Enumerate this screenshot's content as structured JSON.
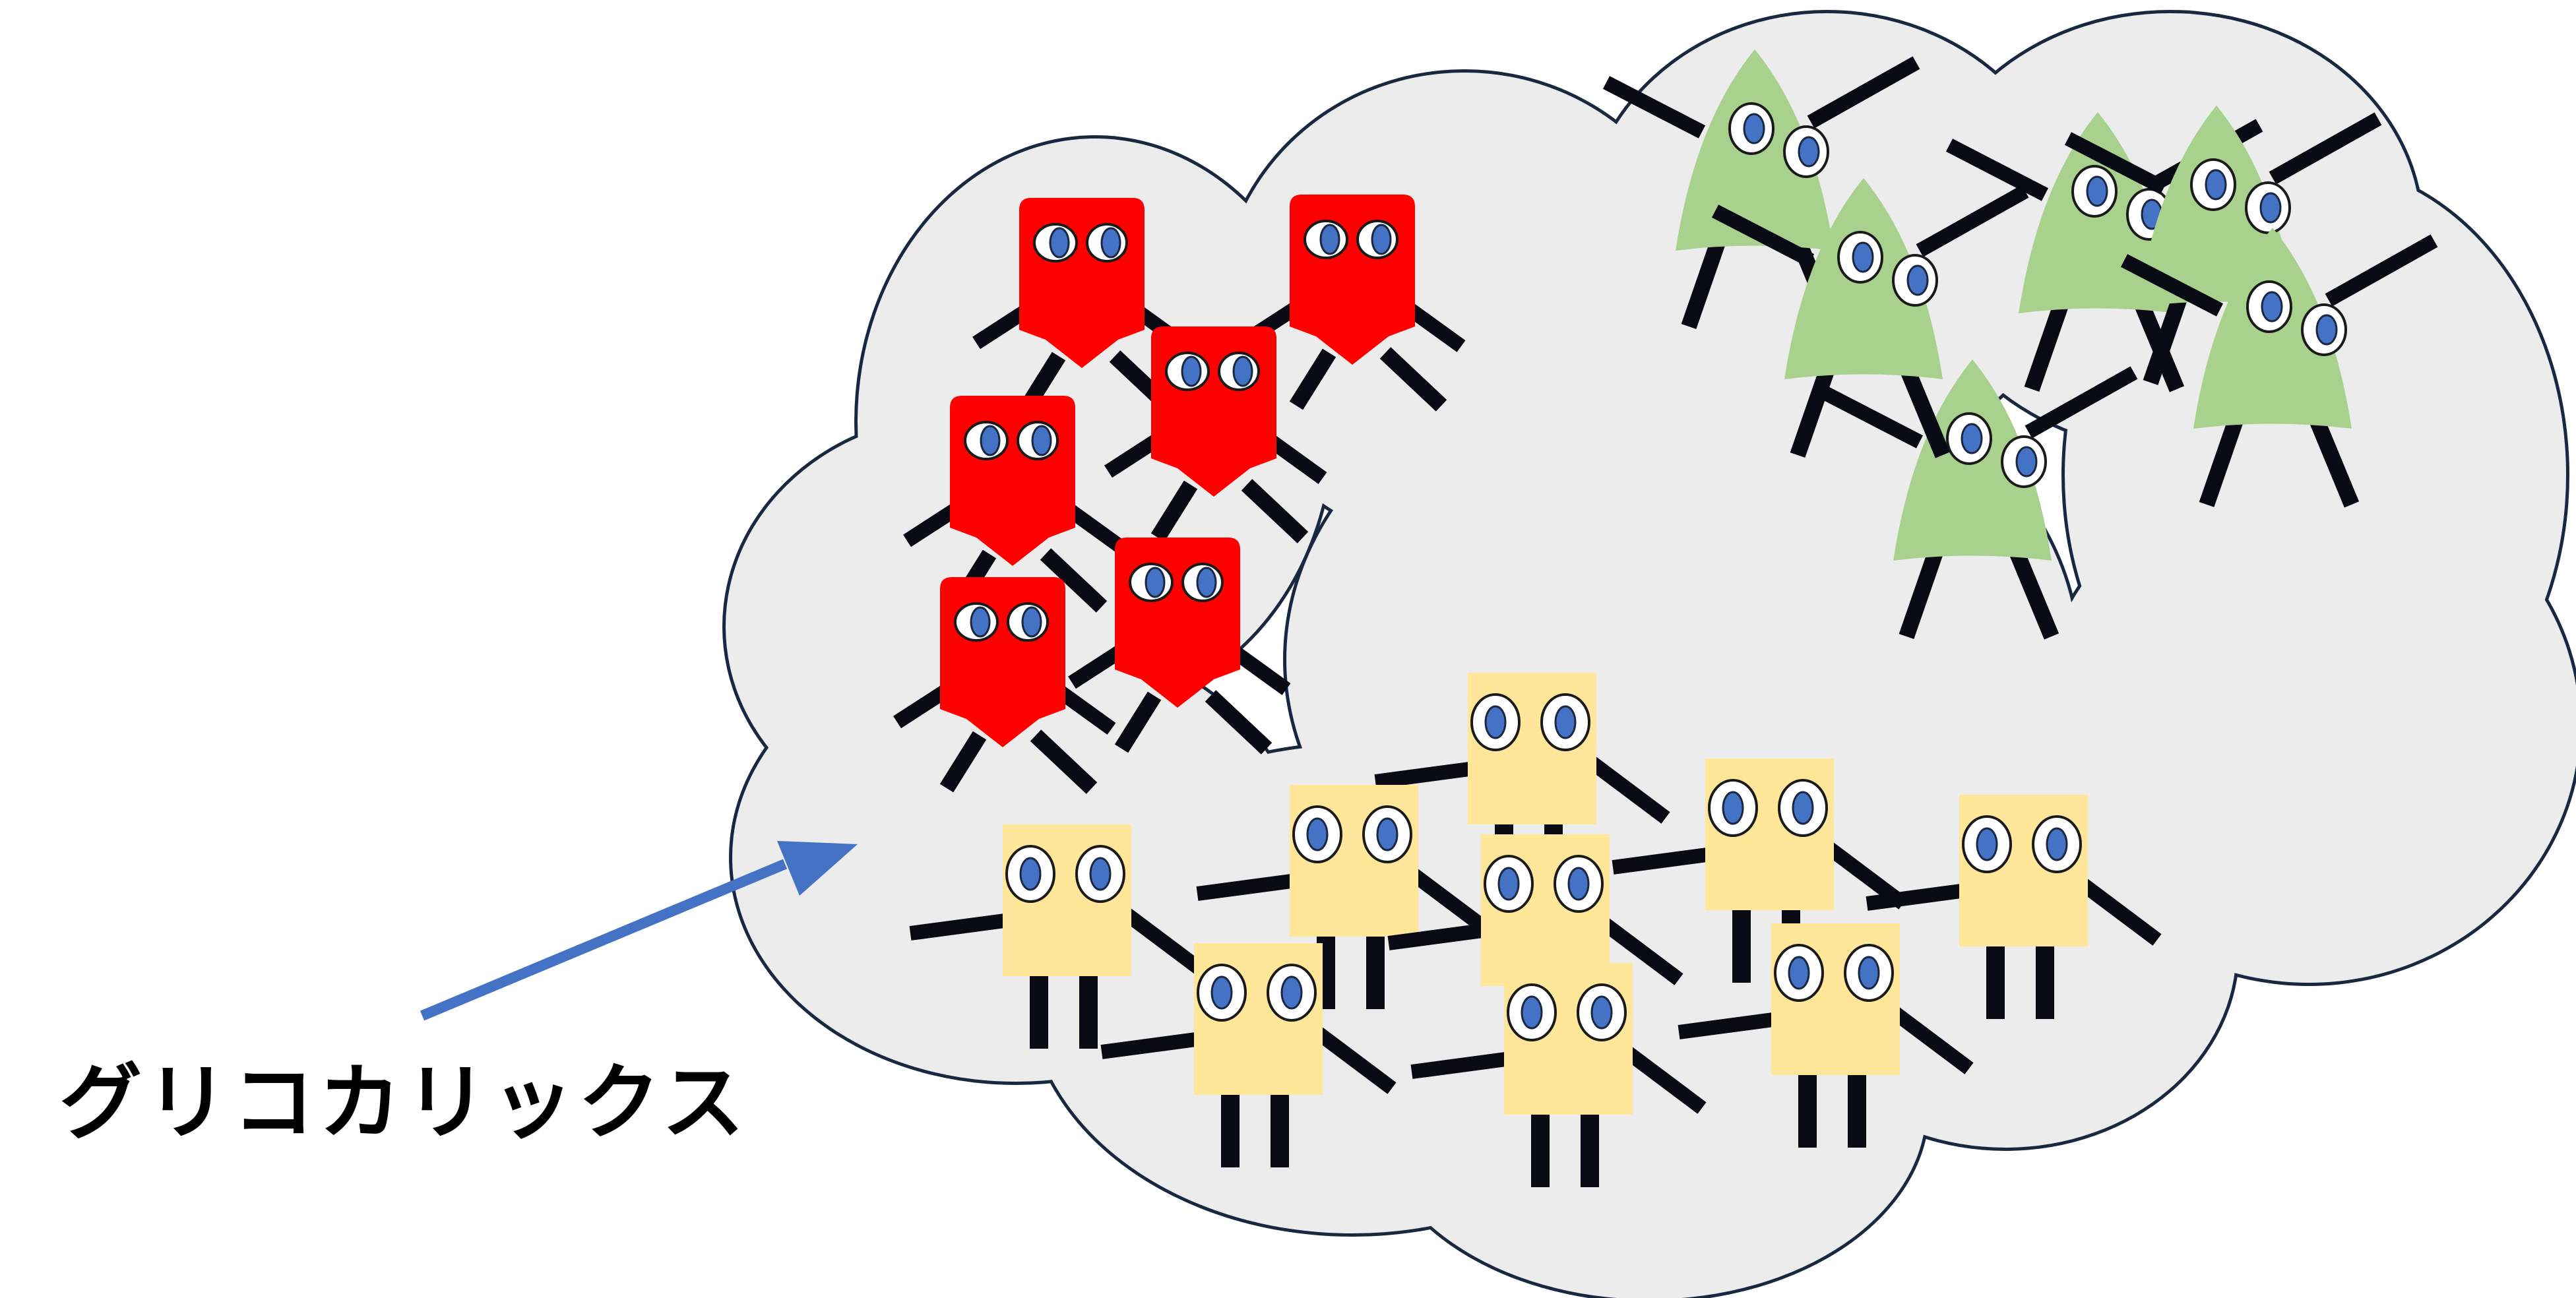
{
  "caption": "グリコカリックス",
  "colors": {
    "cloud_fill": "#ececec",
    "cloud_stroke": "#1a2740",
    "arrow": "#4472c4",
    "red_character": "#ff0000",
    "green_character": "#a9d18e",
    "yellow_character": "#ffe699",
    "limb": "#0a0a14",
    "eye_white": "#ffffff",
    "pupil": "#4472c4"
  },
  "groups": [
    {
      "name": "red-characters",
      "shape": "rounded-square-pointed",
      "count": 6
    },
    {
      "name": "green-characters",
      "shape": "rounded-triangle",
      "count": 6
    },
    {
      "name": "yellow-characters",
      "shape": "rectangle",
      "count": 9
    }
  ]
}
